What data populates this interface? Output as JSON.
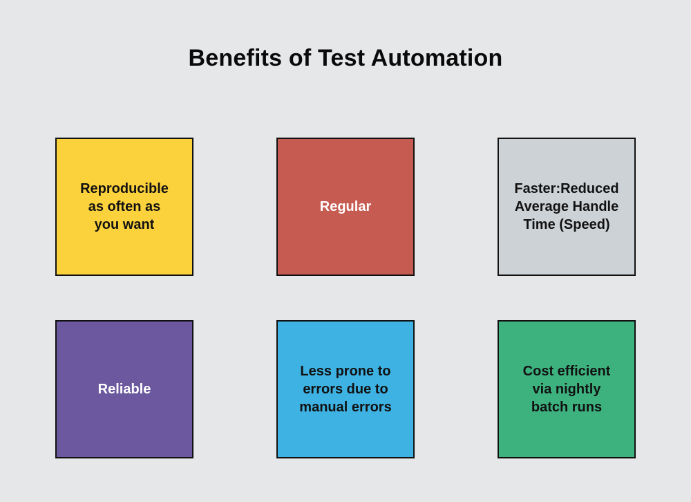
{
  "page": {
    "background_color": "#e6e7e9",
    "title": "Benefits of Test Automation",
    "title_color": "#0a0a0a"
  },
  "cards": [
    {
      "id": "reproducible",
      "label": "Reproducible\nas often as\nyou want",
      "fill_color": "#fcd23c",
      "text_color": "#111111",
      "border_color": "#111111",
      "row": 1,
      "column": 1
    },
    {
      "id": "regular",
      "label": "Regular",
      "fill_color": "#c65b51",
      "text_color": "#ffffff",
      "border_color": "#111111",
      "row": 1,
      "column": 2
    },
    {
      "id": "faster-reduced-average-handle-time",
      "label": "Faster:Reduced\nAverage Handle\nTime (Speed)",
      "fill_color": "#cdd2d6",
      "text_color": "#111111",
      "border_color": "#111111",
      "row": 1,
      "column": 3
    },
    {
      "id": "reliable",
      "label": "Reliable",
      "fill_color": "#6b589e",
      "text_color": "#ffffff",
      "border_color": "#111111",
      "row": 2,
      "column": 1
    },
    {
      "id": "less-prone-to-errors",
      "label": "Less prone to\nerrors due to\nmanual errors",
      "fill_color": "#3db2e3",
      "text_color": "#111111",
      "border_color": "#111111",
      "row": 2,
      "column": 2
    },
    {
      "id": "cost-efficient",
      "label": "Cost efficient\nvia nightly\nbatch runs",
      "fill_color": "#3db27f",
      "text_color": "#111111",
      "border_color": "#111111",
      "row": 2,
      "column": 3
    }
  ]
}
